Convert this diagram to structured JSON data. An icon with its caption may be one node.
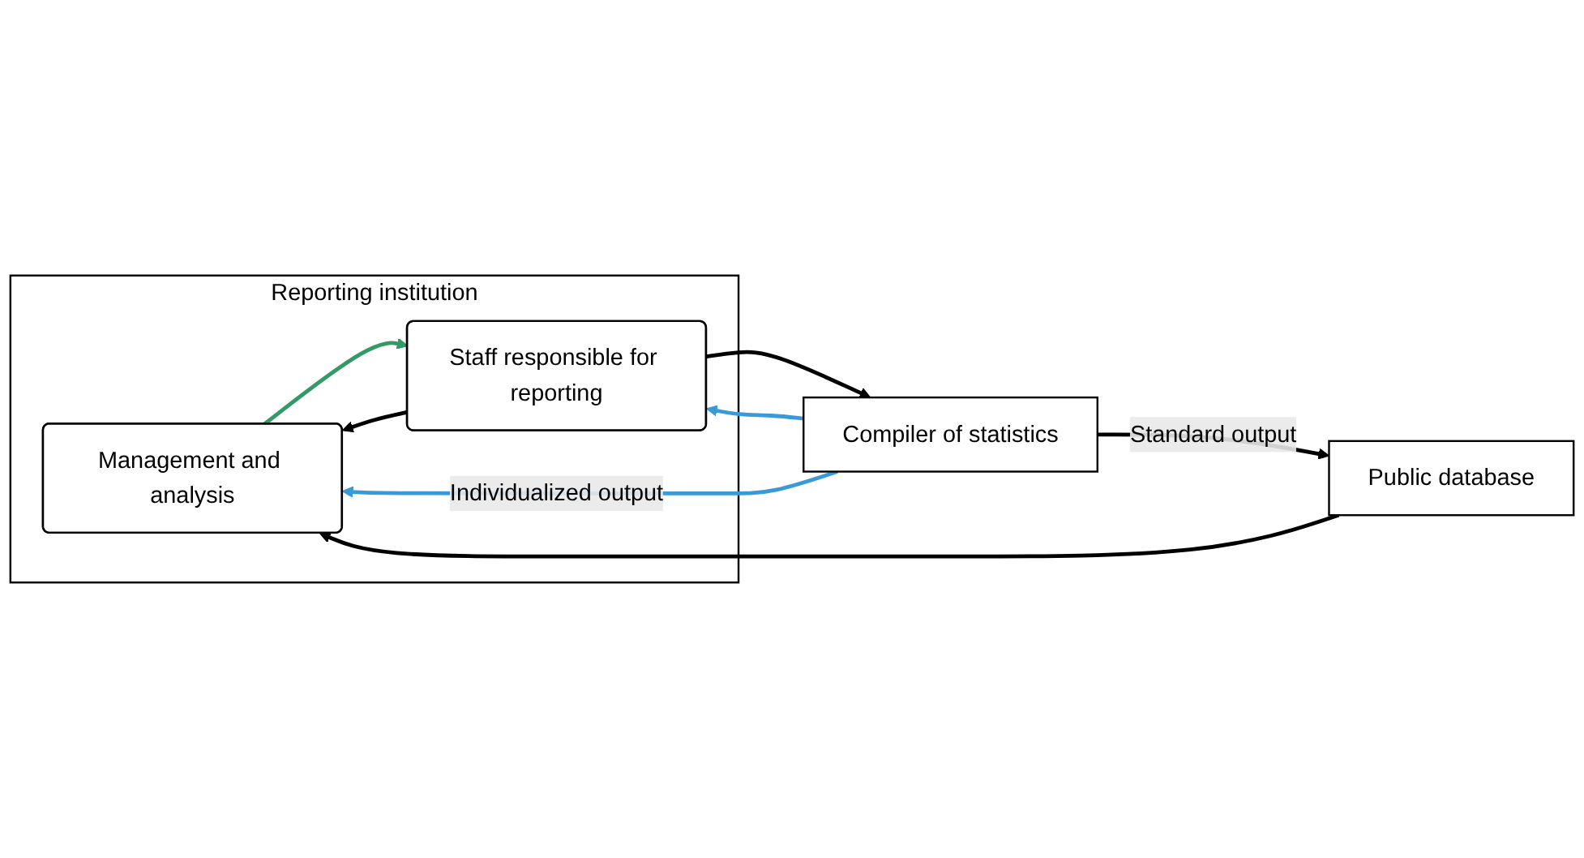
{
  "diagram": {
    "nodes": [
      {
        "text": [
          "Reporting institution"
        ]
      },
      {
        "text": [
          "Management and analysis"
        ],
        "in": 0
      },
      {
        "text": [
          "Staff responsible for reporting"
        ],
        "in": 0
      },
      {
        "text": [
          "Public database"
        ]
      },
      {
        "text": [
          "Compiler of statistics"
        ]
      }
    ],
    "edges": [
      {
        "from": 3,
        "to": 1,
        "arrow": "to"
      },
      {
        "from": 1,
        "to": 2,
        "arrow": "to",
        "color": "#339966"
      },
      {
        "from": 2,
        "to": 1,
        "arrow": "to"
      },
      {
        "from": 4,
        "to": 1,
        "arrow": "to",
        "label": "Individualized output",
        "color": "#3a9ad9"
      },
      {
        "from": 4,
        "to": 2,
        "arrow": "to",
        "color": "#3a9ad9"
      },
      {
        "from": 2,
        "to": 4,
        "arrow": "to"
      },
      {
        "from": 4,
        "to": 3,
        "arrow": "to",
        "label": "Standard output"
      }
    ]
  }
}
